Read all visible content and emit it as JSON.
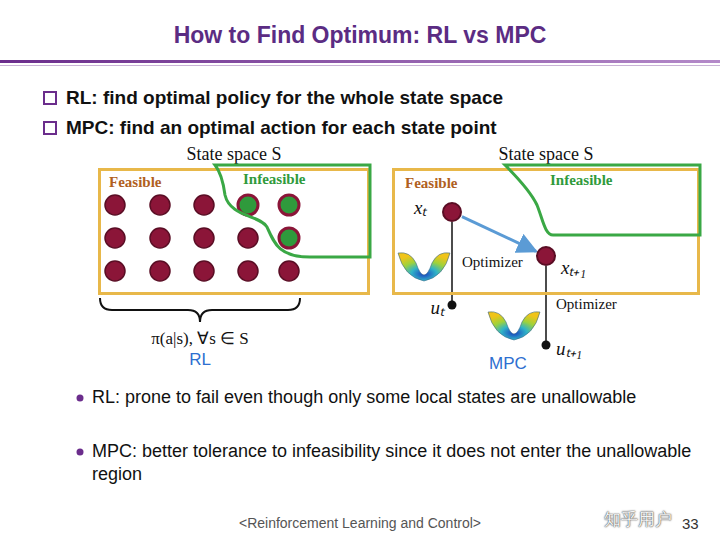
{
  "diagram": {
    "title": "How to Find Optimum: RL vs MPC",
    "nodes": [
      {
        "text": [
          "State space S",
          "Feasible"
        ]
      },
      {
        "text": [
          "Infeasible"
        ],
        "in": 0
      },
      {
        "text": [
          "State space S",
          "Feasible"
        ]
      },
      {
        "text": [
          "Infeasible"
        ],
        "in": 2
      },
      {
        "text": [
          "xₜ"
        ],
        "in": 2
      },
      {
        "text": [
          "xₜ₊₁"
        ],
        "in": 2
      }
    ],
    "edges": [
      {
        "from": 4,
        "to": 5,
        "arrow": "to"
      }
    ],
    "labels": [
      "RL: find optimal policy for the whole state space",
      "MPC: find an optimal action for each state point",
      "π(a|s), ∀s ∈ S",
      "RL",
      "Optimizer",
      "uₜ",
      "Optimizer",
      "uₜ₊₁",
      "MPC",
      "RL: prone to fail even though only some local states are unallowable",
      "MPC: better tolerance to infeasibility since it does not enter the unallowable region",
      "<Reinforcement Learning and Control>",
      "知乎用户",
      "33"
    ]
  }
}
